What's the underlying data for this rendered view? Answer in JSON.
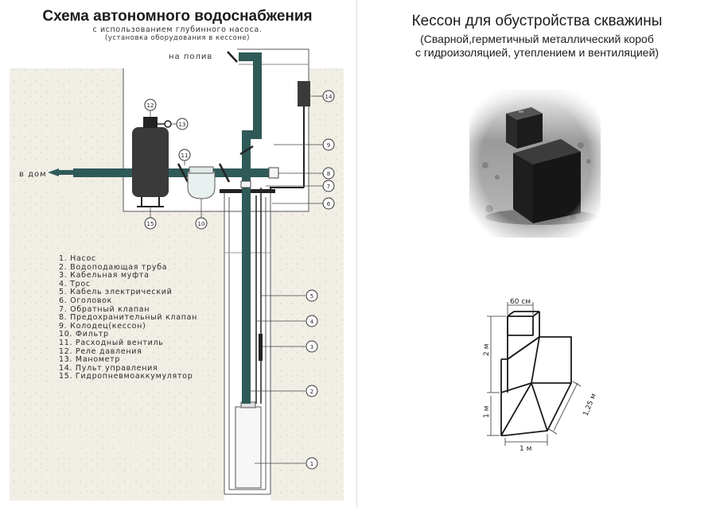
{
  "left": {
    "title": "Схема автономного водоснабжения",
    "subtitle1": "с использованием глубинного насоса.",
    "subtitle2": "(установка оборудования в кессоне)",
    "label_poliv": "на полив",
    "label_dom": "в дом",
    "legend": [
      "1. Насос",
      "2. Водоподающая труба",
      "3. Кабельная муфта",
      "4. Трос",
      "5. Кабель электрический",
      "6. Оголовок",
      "7. Обратный клапан",
      "8. Предохранительный клапан",
      "9. Колодец(кессон)",
      "10. Фильтр",
      "11. Расходный вентиль",
      "12. Реле давления",
      "13. Манометр",
      "14. Пульт управления",
      "15. Гидропневмоаккумулятор"
    ],
    "callouts": [
      "1",
      "2",
      "3",
      "4",
      "5",
      "6",
      "7",
      "8",
      "9",
      "10",
      "11",
      "12",
      "13",
      "14",
      "15"
    ]
  },
  "right": {
    "title": "Кессон для обустройства скважины",
    "subtitle1": "(Сварной,герметичный металлический короб",
    "subtitle2": "с гидроизоляцией, утеплением и вентиляцией)",
    "dim_60cm": "60 см",
    "dim_2m": "2 м",
    "dim_1m_side": "1 м",
    "dim_1m_bottom": "1 м",
    "dim_125m": "1,25 м"
  },
  "colors": {
    "pipe": "#2f5a58",
    "soil": "#f1eee6",
    "line": "#333333"
  }
}
